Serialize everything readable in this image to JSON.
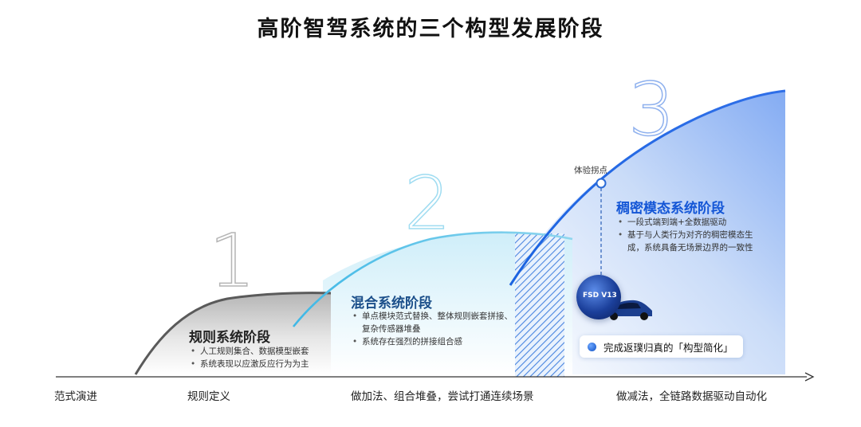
{
  "title": "高阶智驾系统的三个构型发展阶段",
  "stages": [
    {
      "number": "1",
      "title": "规则系统阶段",
      "bullets": [
        "人工规则集合、数据模型嵌套",
        "系统表现以应激反应行为为主"
      ],
      "color": "#222222"
    },
    {
      "number": "2",
      "title": "混合系统阶段",
      "bullets": [
        "单点模块范式替换、整体规则嵌套拼接、",
        "复杂传感器堆叠",
        "系统存在强烈的拼接组合感"
      ],
      "color": "#1b4f8a"
    },
    {
      "number": "3",
      "title": "稠密模态系统阶段",
      "bullets": [
        "一段式端到端+全数据驱动",
        "基于与人类行为对齐的稠密模态生",
        "成，系统具备无场景边界的一致性"
      ],
      "color": "#1456d6"
    }
  ],
  "axis": {
    "label": "范式演进",
    "phases": [
      "规则定义",
      "做加法、组合堆叠，尝试打通连续场景",
      "做减法，全链路数据驱动自动化"
    ]
  },
  "inflection_label": "体验拐点",
  "badge": "FSD V13",
  "highlight": "完成返璞归真的「构型简化」",
  "colors": {
    "accent_blue": "#1456d6",
    "cyan": "#2fc6e8",
    "gray": "#555555"
  }
}
